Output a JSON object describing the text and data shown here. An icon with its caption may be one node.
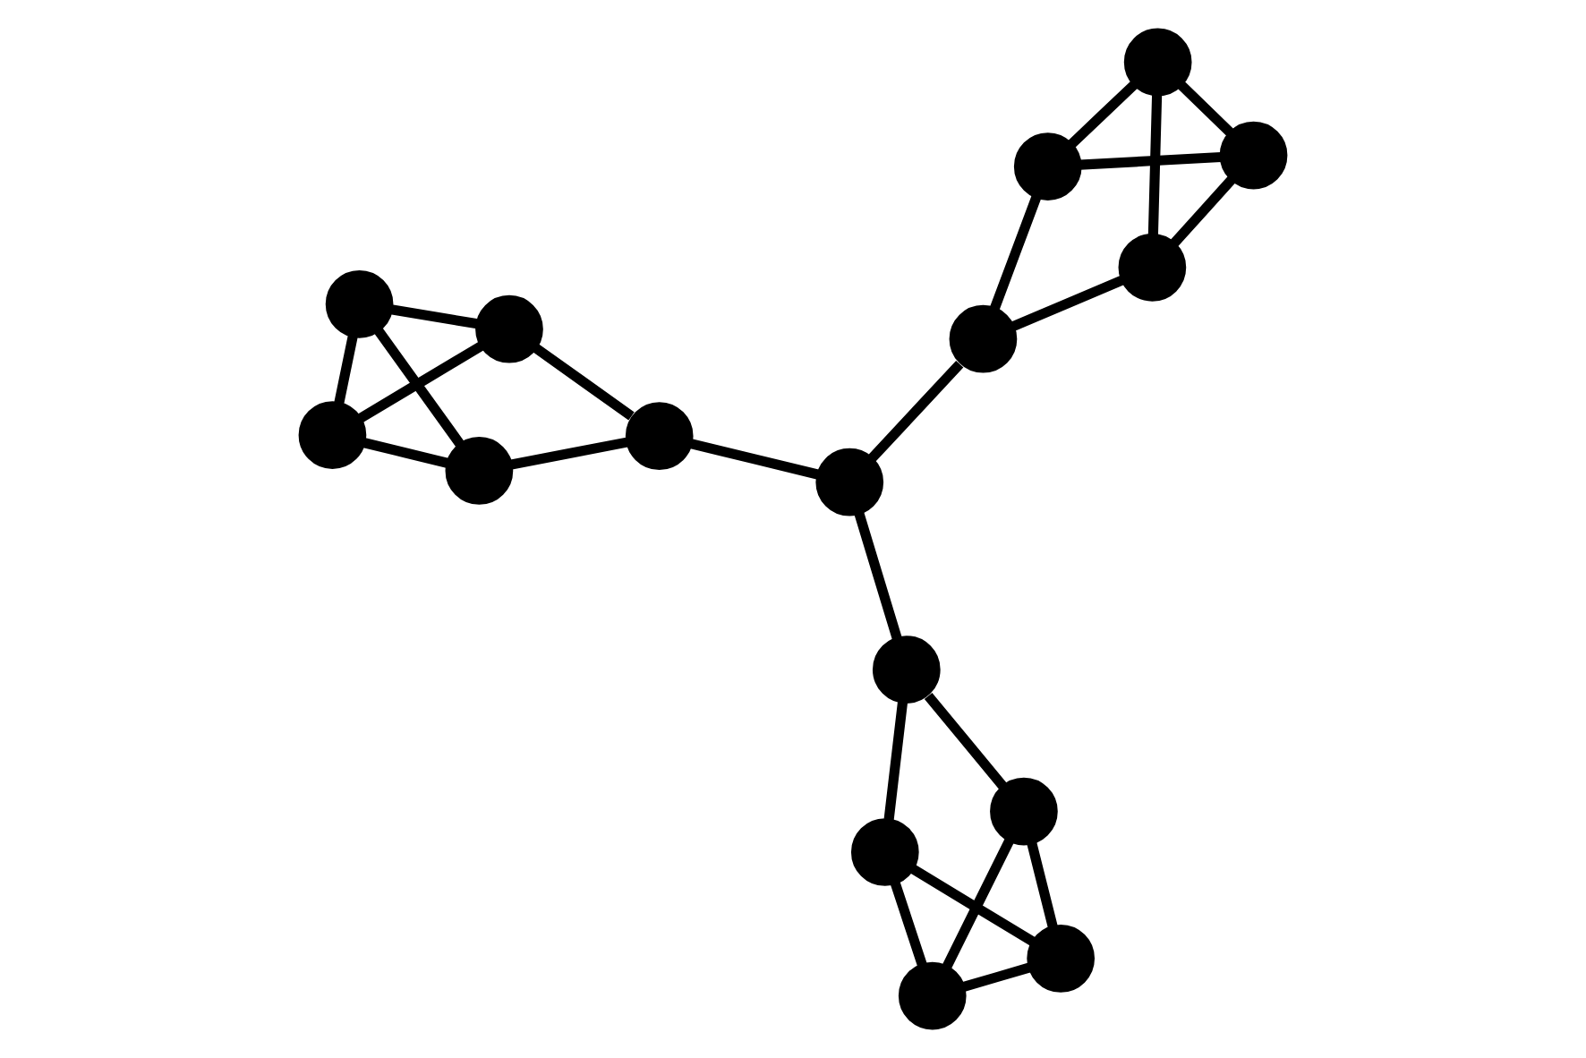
{
  "diagram": {
    "nodes": [
      {
        "text": [],
        "shape": "circle"
      },
      {
        "text": [],
        "shape": "circle"
      },
      {
        "text": [],
        "shape": "circle"
      },
      {
        "text": [],
        "shape": "circle"
      },
      {
        "text": [],
        "shape": "circle"
      },
      {
        "text": [],
        "shape": "circle"
      },
      {
        "text": [],
        "shape": "circle"
      },
      {
        "text": [],
        "shape": "circle"
      },
      {
        "text": [],
        "shape": "circle"
      },
      {
        "text": [],
        "shape": "circle"
      },
      {
        "text": [],
        "shape": "circle"
      },
      {
        "text": [],
        "shape": "circle"
      },
      {
        "text": [],
        "shape": "circle"
      },
      {
        "text": [],
        "shape": "circle"
      },
      {
        "text": [],
        "shape": "circle"
      },
      {
        "text": [],
        "shape": "circle"
      }
    ],
    "edges": [
      {
        "from": 0,
        "to": 2,
        "arrow": "none"
      },
      {
        "from": 0,
        "to": 3,
        "arrow": "none"
      },
      {
        "from": 0,
        "to": 4,
        "arrow": "none"
      },
      {
        "from": 2,
        "to": 3,
        "arrow": "none"
      },
      {
        "from": 2,
        "to": 9,
        "arrow": "none"
      },
      {
        "from": 3,
        "to": 9,
        "arrow": "none"
      },
      {
        "from": 4,
        "to": 9,
        "arrow": "none"
      },
      {
        "from": 4,
        "to": 5,
        "arrow": "none"
      },
      {
        "from": 5,
        "to": 6,
        "arrow": "none"
      },
      {
        "from": 5,
        "to": 10,
        "arrow": "none"
      },
      {
        "from": 1,
        "to": 6,
        "arrow": "none"
      },
      {
        "from": 1,
        "to": 7,
        "arrow": "none"
      },
      {
        "from": 1,
        "to": 8,
        "arrow": "none"
      },
      {
        "from": 7,
        "to": 8,
        "arrow": "none"
      },
      {
        "from": 6,
        "to": 11,
        "arrow": "none"
      },
      {
        "from": 7,
        "to": 11,
        "arrow": "none"
      },
      {
        "from": 8,
        "to": 11,
        "arrow": "none"
      },
      {
        "from": 10,
        "to": 12,
        "arrow": "none"
      },
      {
        "from": 10,
        "to": 14,
        "arrow": "none"
      },
      {
        "from": 12,
        "to": 13,
        "arrow": "none"
      },
      {
        "from": 13,
        "to": 14,
        "arrow": "none"
      },
      {
        "from": 12,
        "to": 15,
        "arrow": "none"
      },
      {
        "from": 13,
        "to": 15,
        "arrow": "none"
      },
      {
        "from": 14,
        "to": 15,
        "arrow": "none"
      }
    ]
  }
}
